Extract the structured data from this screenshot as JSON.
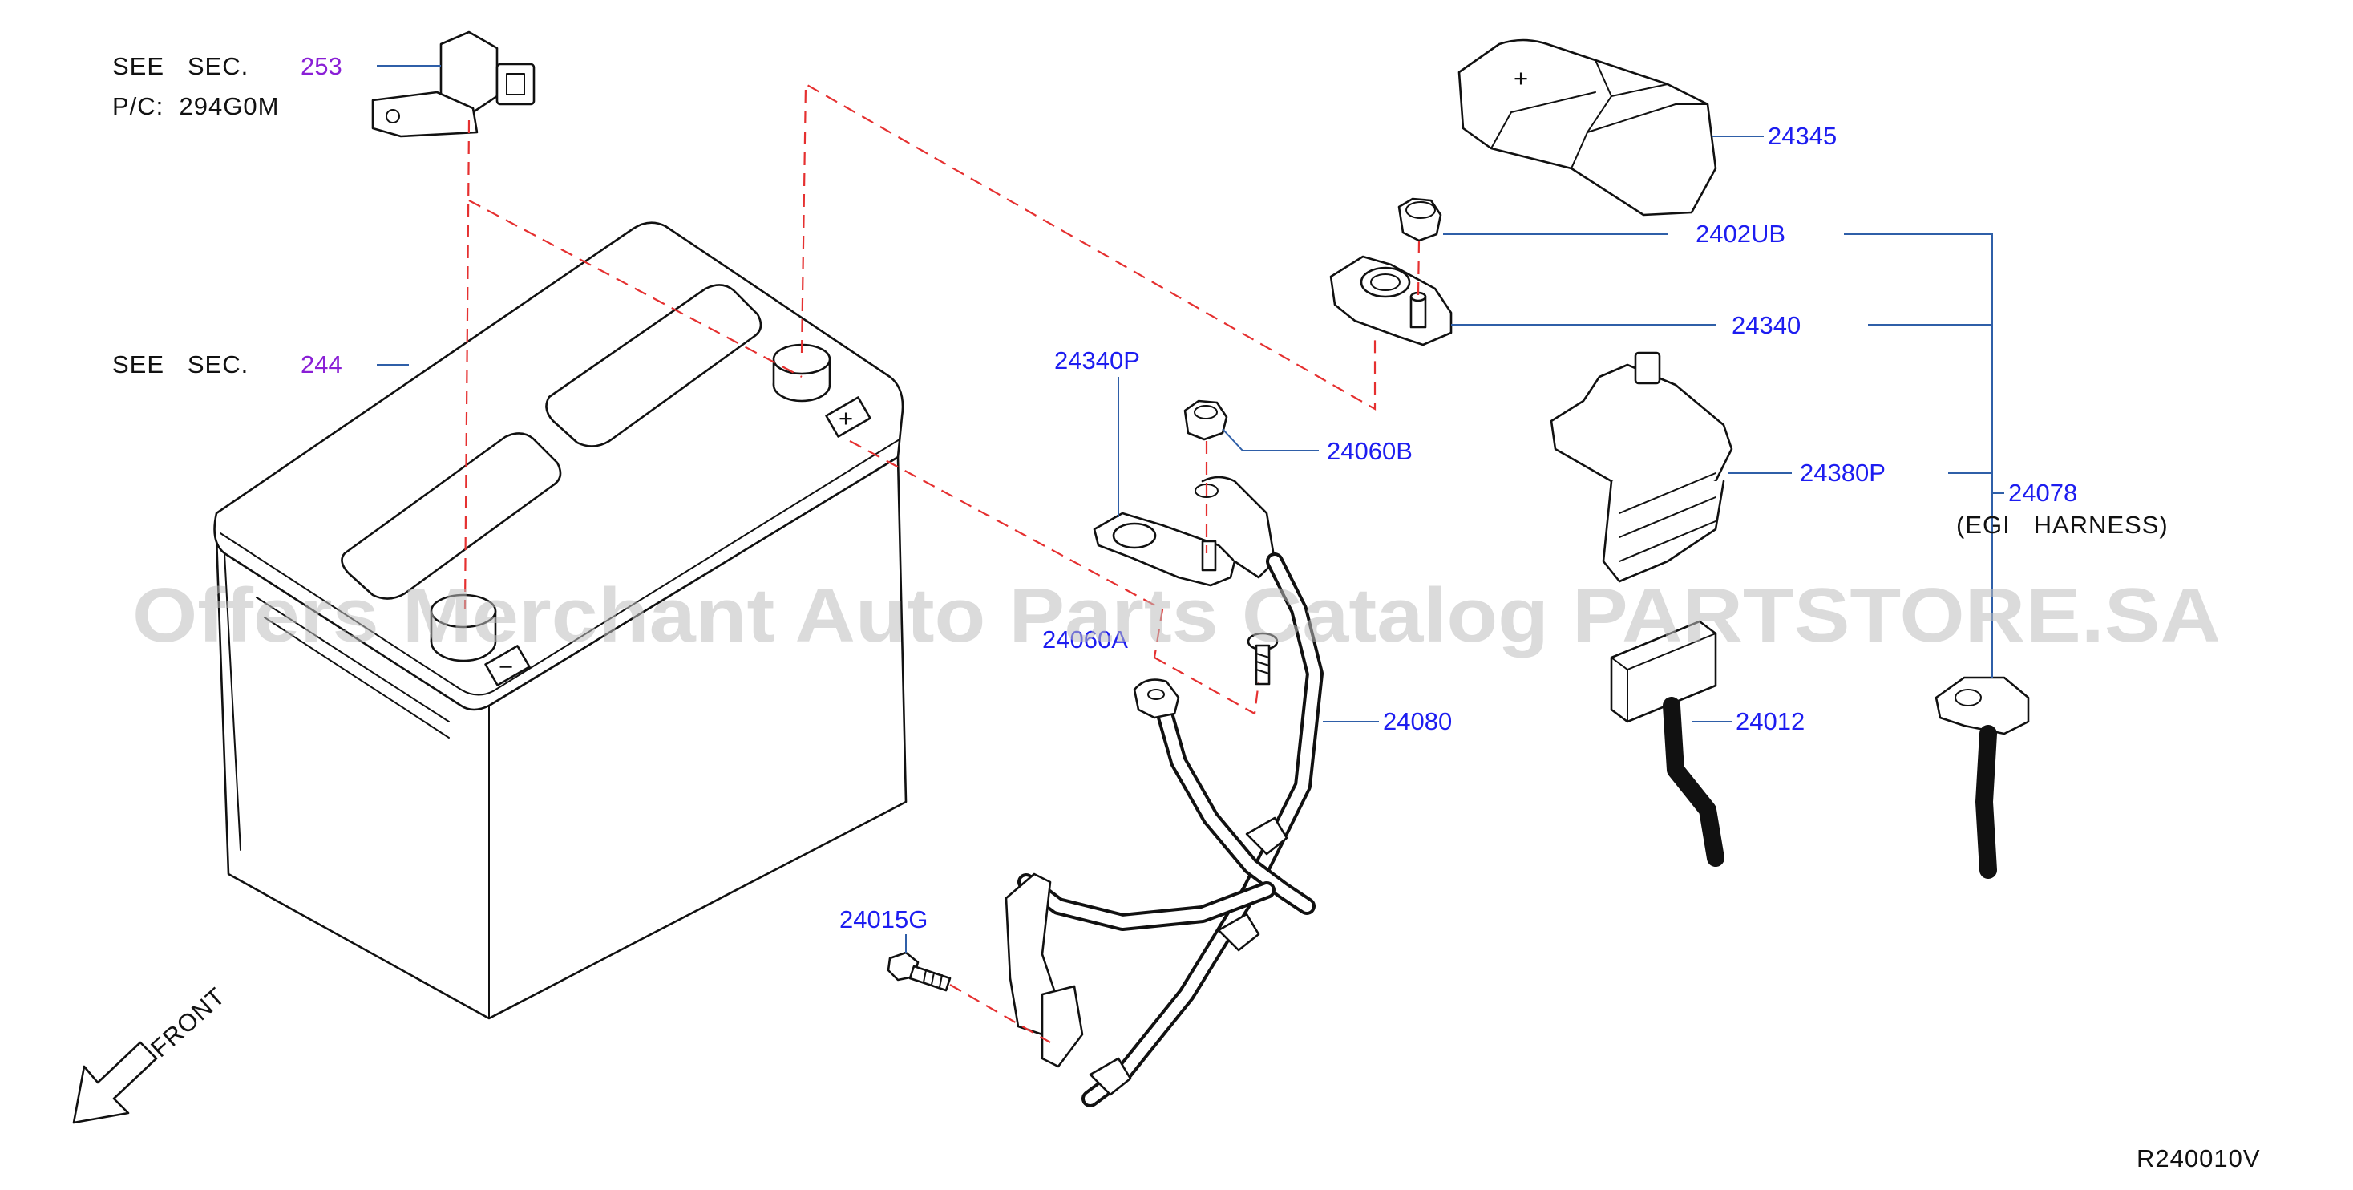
{
  "refs": {
    "see_sec_1": "SEE   SEC.",
    "sec_253": "253",
    "pc_label": "P/C:  294G0M",
    "see_sec_2": "SEE   SEC.",
    "sec_244": "244"
  },
  "parts": {
    "p24345": "24345",
    "p2402UB": "2402UB",
    "p24340": "24340",
    "p24340P": "24340P",
    "p24060B": "24060B",
    "p24380P": "24380P",
    "p24078": "24078",
    "egi_harness": "(EGI   HARNESS)",
    "p24060A": "24060A",
    "p24080": "24080",
    "p24012": "24012",
    "p24015G": "24015G"
  },
  "direction_label": "FRONT",
  "diagram_code": "R240010V",
  "watermark": "Offers Merchant Auto Parts Catalog PARTSTORE.SA",
  "terminal_marks": {
    "plus": "+",
    "minus": "−"
  }
}
